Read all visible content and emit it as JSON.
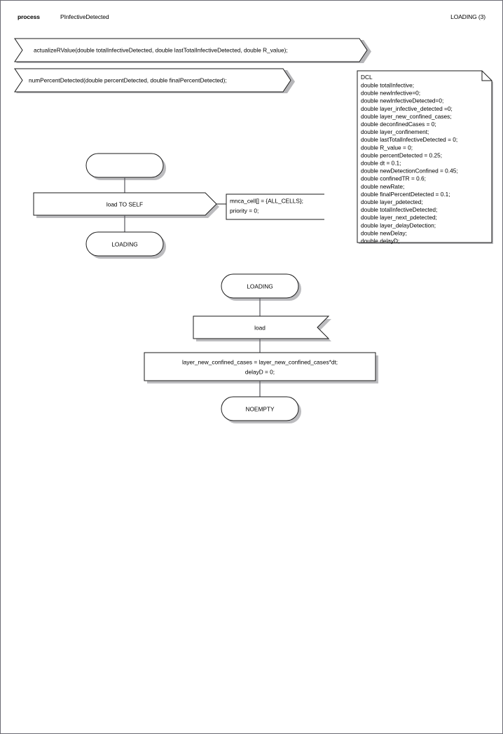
{
  "header": {
    "kind_label": "process",
    "process_name": "PInfectiveDetected",
    "page_label": "LOADING (3)"
  },
  "procedure_calls": [
    {
      "text": "actualizeRValue(double totalInfectiveDetected, double lastTotalInfectiveDetected, double R_value);"
    },
    {
      "text": "numPercentDetected(double percentDetected, double finalPercentDetected);"
    }
  ],
  "declaration_box": {
    "title": "DCL",
    "lines": [
      "double totalInfective;",
      "double newInfective=0;",
      "double newInfectiveDetected=0;",
      "double layer_infective_detected =0;",
      "double layer_new_confined_cases;",
      "double deconfinedCases = 0;",
      "double layer_confinement;",
      "double lastTotalInfectiveDetected = 0;",
      "double R_value = 0;",
      "double percentDetected = 0.25;",
      "double dt = 0.1;",
      "double newDetectionConfined = 0.45;",
      "double confinedTR = 0.6;",
      "double newRate;",
      "double finalPercentDetected = 0.1;",
      "double layer_pdetected;",
      "double totalInfectiveDetected;",
      "double layer_next_pdetected;",
      "double layer_delayDetection;",
      "double newDelay;",
      "double delayD;"
    ]
  },
  "flow_upper": {
    "start_state_label": "",
    "output_label": "load TO SELF",
    "comment_lines": [
      "mnca_cell[] = {ALL_CELLS};",
      "priority = 0;"
    ],
    "next_state_label": "LOADING"
  },
  "flow_lower": {
    "state_label": "LOADING",
    "input_label": "load",
    "task_lines": [
      "layer_new_confined_cases = layer_new_confined_cases*dt;",
      "delayD = 0;"
    ],
    "next_state_label": "NOEMPTY"
  },
  "colors": {
    "stroke": "#1a1a1a",
    "connector": "#58585e",
    "page_border": "#6b6b73",
    "background": "#ffffff"
  }
}
